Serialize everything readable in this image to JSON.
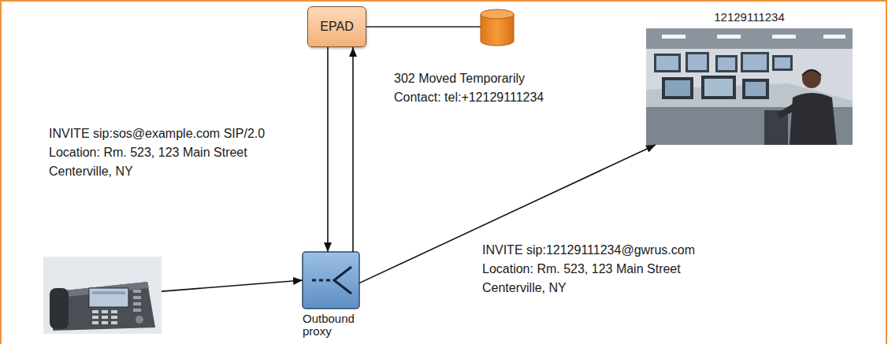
{
  "diagram": {
    "nodes": [
      {
        "text": [
          "EPAD"
        ]
      },
      {
        "text": [
          "12129111234"
        ]
      },
      {
        "text": [
          "INVITE sip:sos@example.com SIP/2.0 Location: Rm. 523, 123 Main Street Centerville, NY"
        ]
      },
      {
        "text": [
          "Outbound proxy"
        ]
      }
    ],
    "edges": [
      {
        "from": 2,
        "to": 3,
        "arrow": "to"
      },
      {
        "from": 0,
        "to": 3,
        "arrow": "to"
      },
      {
        "from": 3,
        "to": 0,
        "arrow": "to",
        "label": "302 Moved Temporarily Contact: tel:+12129111234"
      },
      {
        "from": 3,
        "to": 1,
        "arrow": "to",
        "label": "INVITE sip:12129111234@gwrus.com Location: Rm. 523, 123 Main Street Centerville, NY"
      }
    ]
  }
}
